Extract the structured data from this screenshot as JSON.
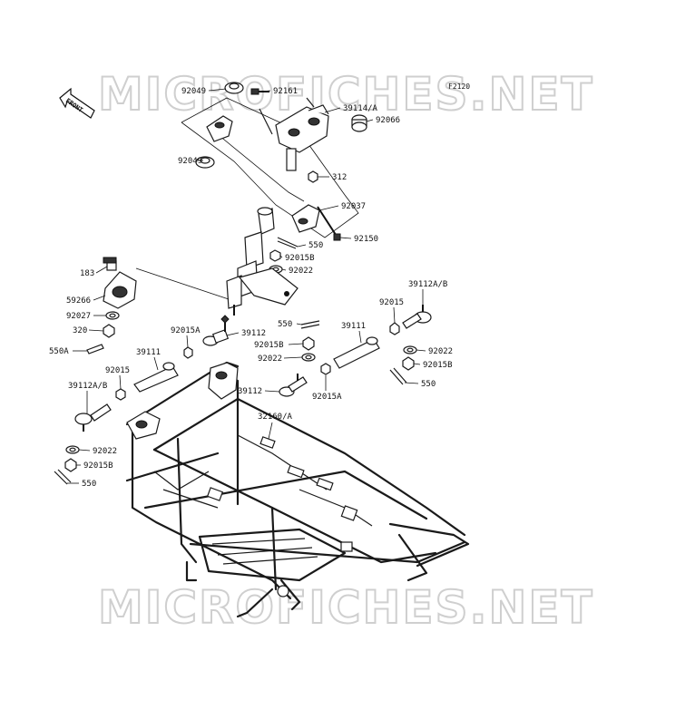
{
  "diagram_code": "F2120",
  "watermark": "MICROFICHES.NET",
  "front_label": "FRONT",
  "callouts": {
    "c92049_top": "92049",
    "c92161": "92161",
    "c39114": "39114/A",
    "c92066": "92066",
    "c92049_mid": "92049",
    "c312": "312",
    "c92037": "92037",
    "c92150": "92150",
    "c550_a": "550",
    "c92015B_a": "92015B",
    "c92022_a": "92022",
    "c183": "183",
    "c59266": "59266",
    "c92027": "92027",
    "c320": "320",
    "c550A": "550A",
    "c92015A_a": "92015A",
    "c39112_a": "39112",
    "c550_b": "550",
    "c39111_a": "39111",
    "c92015B_b": "92015B",
    "c92022_b": "92022",
    "c39111_b": "39111",
    "c92015_a": "92015",
    "c39112AB_a": "39112A/B",
    "c92015_b": "92015",
    "c39112AB_b": "39112A/B",
    "c92022_c": "92022",
    "c92015B_c": "92015B",
    "c550_c": "550",
    "c39112_b": "39112",
    "c92015A_b": "92015A",
    "c32160": "32160/A",
    "c92022_d": "92022",
    "c92015B_d": "92015B",
    "c550_d": "550"
  }
}
